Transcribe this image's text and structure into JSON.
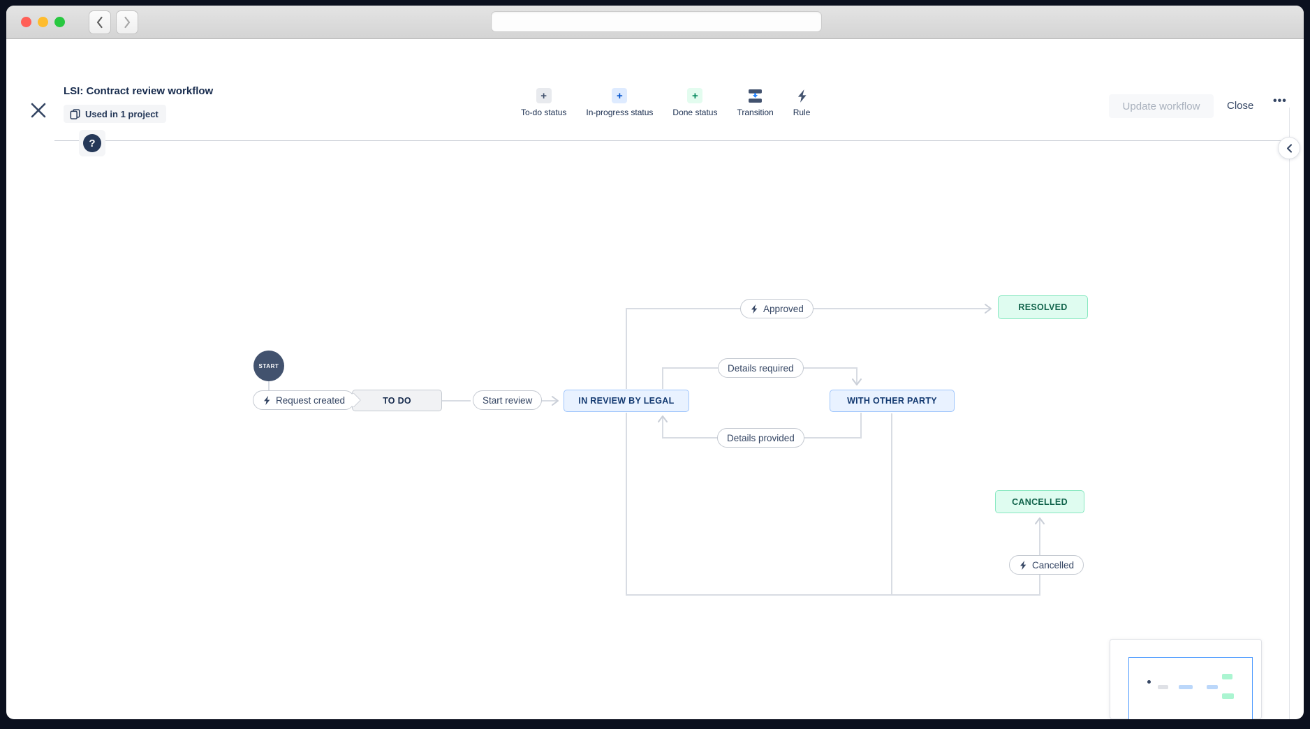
{
  "titlebar": {
    "search_value": ""
  },
  "header": {
    "title": "LSI: Contract review workflow",
    "usage_badge": "Used in 1 project",
    "toolbar": [
      {
        "label": "To-do status"
      },
      {
        "label": "In-progress status"
      },
      {
        "label": "Done status"
      },
      {
        "label": "Transition"
      },
      {
        "label": "Rule"
      }
    ],
    "update_button": "Update workflow",
    "close_button": "Close",
    "more_button": "•••"
  },
  "canvas": {
    "help_glyph": "?"
  },
  "workflow": {
    "start_label": "START",
    "statuses": [
      {
        "name": "TO DO",
        "category": "todo"
      },
      {
        "name": "IN REVIEW BY LEGAL",
        "category": "in-progress"
      },
      {
        "name": "WITH OTHER PARTY",
        "category": "in-progress"
      },
      {
        "name": "RESOLVED",
        "category": "done"
      },
      {
        "name": "CANCELLED",
        "category": "done"
      }
    ],
    "transitions": [
      {
        "label": "Request created",
        "has_rule": true,
        "from": "START",
        "to": "TO DO"
      },
      {
        "label": "Start review",
        "has_rule": false,
        "from": "TO DO",
        "to": "IN REVIEW BY LEGAL"
      },
      {
        "label": "Approved",
        "has_rule": true,
        "from": "IN REVIEW BY LEGAL",
        "to": "RESOLVED"
      },
      {
        "label": "Details required",
        "has_rule": false,
        "from": "IN REVIEW BY LEGAL",
        "to": "WITH OTHER PARTY"
      },
      {
        "label": "Details provided",
        "has_rule": false,
        "from": "WITH OTHER PARTY",
        "to": "IN REVIEW BY LEGAL"
      },
      {
        "label": "Cancelled",
        "has_rule": true,
        "from": "IN REVIEW BY LEGAL / WITH OTHER PARTY",
        "to": "CANCELLED"
      }
    ]
  },
  "colors": {
    "accent_blue": "#0052CC",
    "accent_green": "#00875A",
    "status_gray_bg": "#F1F2F4",
    "status_blue_bg": "#E9F2FF",
    "status_green_bg": "#DFFCF0",
    "connector": "#D8DCE3",
    "text_dark": "#172B4D",
    "traffic_red": "#FF5F57",
    "traffic_yellow": "#FEBC2E",
    "traffic_green": "#28C840"
  }
}
